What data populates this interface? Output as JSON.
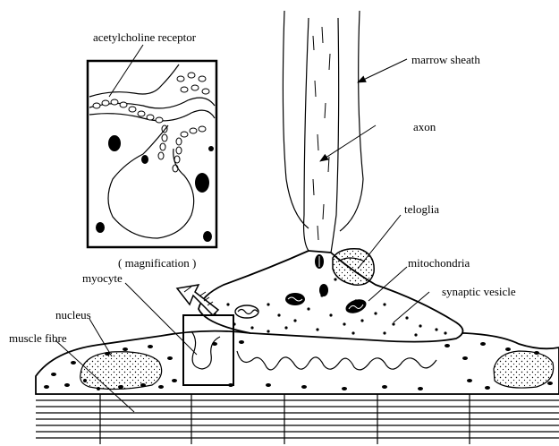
{
  "labels": {
    "acetylcholine_receptor": "acetylcholine receptor",
    "magnification": "( magnification )",
    "marrow_sheath": "marrow sheath",
    "axon": "axon",
    "teloglia": "teloglia",
    "mitochondria": "mitochondria",
    "synaptic_vesicle": "synaptic vesicle",
    "myocyte": "myocyte",
    "nucleus": "nucleus",
    "muscle_fibre": "muscle fibre"
  },
  "colors": {
    "ink": "#000000",
    "paper": "#ffffff"
  }
}
